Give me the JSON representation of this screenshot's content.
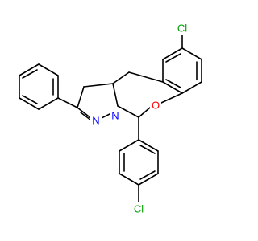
{
  "atoms": [
    {
      "id": "cl_top",
      "label": "Cl",
      "color": "#00a000"
    },
    {
      "id": "o_ring",
      "label": "O",
      "color": "#ff0000"
    },
    {
      "id": "n_1",
      "label": "N",
      "color": "#0000ff"
    },
    {
      "id": "n_2",
      "label": "N",
      "color": "#0000ff"
    },
    {
      "id": "cl_bottom",
      "label": "Cl",
      "color": "#00a000"
    }
  ]
}
